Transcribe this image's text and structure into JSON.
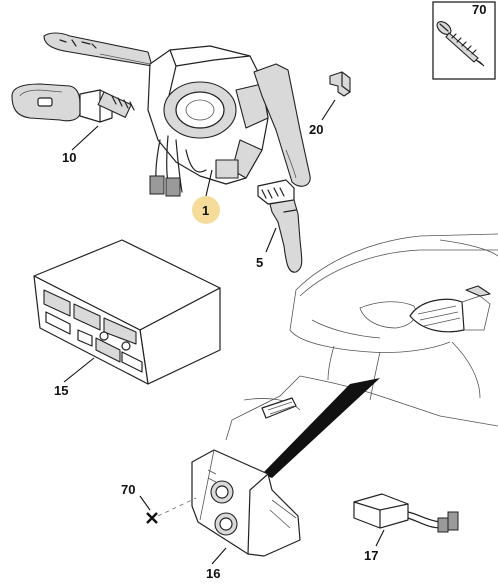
{
  "parts": [
    {
      "id": "part-1",
      "label": "1",
      "highlighted": true
    },
    {
      "id": "part-5",
      "label": "5",
      "highlighted": false
    },
    {
      "id": "part-10",
      "label": "10",
      "highlighted": false
    },
    {
      "id": "part-15",
      "label": "15",
      "highlighted": false
    },
    {
      "id": "part-16",
      "label": "16",
      "highlighted": false
    },
    {
      "id": "part-17",
      "label": "17",
      "highlighted": false
    },
    {
      "id": "part-20",
      "label": "20",
      "highlighted": false
    },
    {
      "id": "part-70-screw",
      "label": "70",
      "highlighted": false
    },
    {
      "id": "part-70-fixing",
      "label": "70",
      "highlighted": false
    }
  ],
  "colors": {
    "highlight": "#f6dc9a",
    "line": "#222222",
    "fill_light": "#d9d9d9",
    "background": "#ffffff"
  },
  "icons": [
    "screw-icon",
    "fixing-point-cross-icon"
  ]
}
